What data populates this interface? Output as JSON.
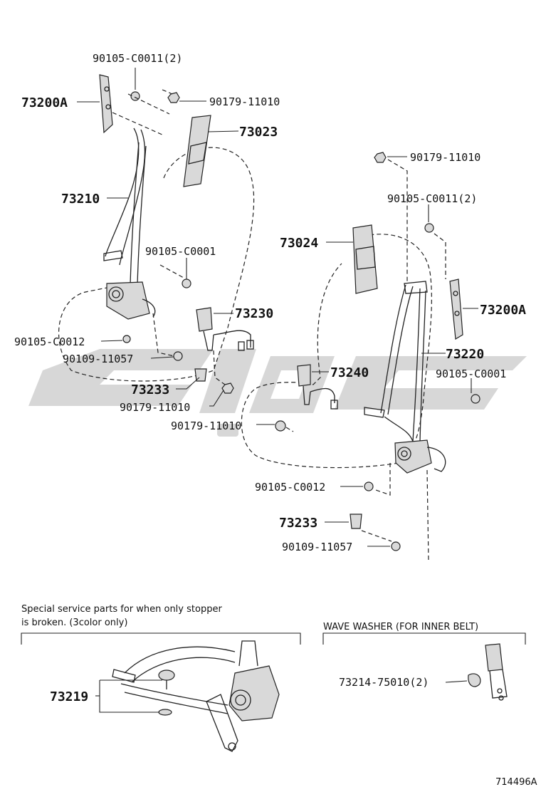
{
  "left_assembly": {
    "bolt_90105_c0011": "90105-C0011(2)",
    "part_73200a": "73200A",
    "nut_90179_11010_top": "90179-11010",
    "part_73023": "73023",
    "part_73210": "73210",
    "bolt_90105_c0001": "90105-C0001",
    "part_73230": "73230",
    "bolt_90105_c0012": "90105-C0012",
    "bolt_90109_11057": "90109-11057",
    "part_73233": "73233",
    "nut_90179_11010_low": "90179-11010"
  },
  "right_assembly": {
    "nut_90179_11010_top": "90179-11010",
    "bolt_90105_c0011": "90105-C0011(2)",
    "part_73024": "73024",
    "part_73200a": "73200A",
    "part_73220": "73220",
    "bolt_90105_c0001": "90105-C0001",
    "part_73240": "73240",
    "nut_90179_11010": "90179-11010",
    "bolt_90105_c0012": "90105-C0012",
    "part_73233": "73233",
    "bolt_90109_11057": "90109-11057"
  },
  "special_parts": {
    "note_line1": "Special service parts for when only stopper",
    "note_line2": " is broken. (3color only)",
    "part_73219": "73219"
  },
  "wave_washer": {
    "title": "WAVE WASHER (FOR INNER BELT)",
    "part_73214": "73214-75010(2)"
  },
  "diagram_id": "714496A"
}
